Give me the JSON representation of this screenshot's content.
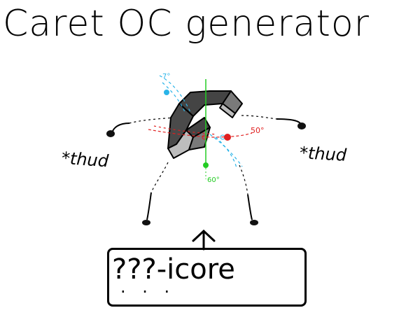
{
  "title": "Caret OC generator",
  "sound_left": "*thud",
  "sound_right": "*thud",
  "character": {
    "name": "???-icore",
    "name_hint": ". . ."
  },
  "rotation_gizmo": {
    "y_angle": "7°",
    "z_angle": "50°",
    "x_angle": "60°",
    "colors": {
      "y": "#2ab4e8",
      "z": "#e02020",
      "x": "#22cc22"
    }
  },
  "colors": {
    "ink": "#000000",
    "body_dark": "#444444",
    "body_light": "#bdbdbd",
    "body_mid": "#7a7a7a"
  }
}
